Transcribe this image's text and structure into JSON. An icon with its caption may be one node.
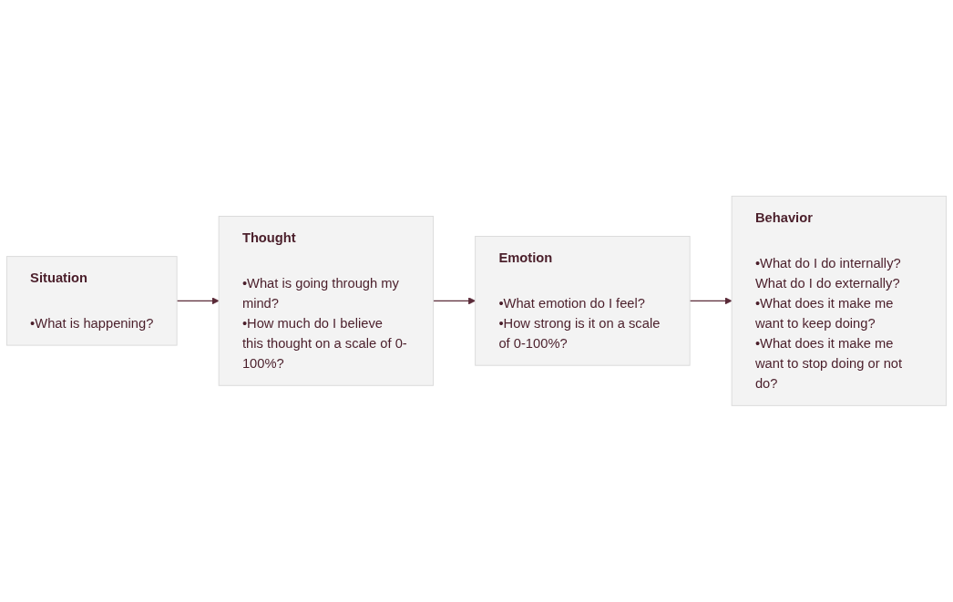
{
  "diagram": {
    "nodes": [
      {
        "text": [
          "Situation",
          "•What is happening?"
        ]
      },
      {
        "text": [
          "Thought",
          "•What is going through my mind?",
          "•How much do I believe this thought on a scale of 0-100%?"
        ]
      },
      {
        "text": [
          "Emotion",
          "•What emotion do I feel?",
          "•How strong is it on a scale of 0-100%?"
        ]
      },
      {
        "text": [
          "Behavior",
          "•What do I do internally? What do I do externally?",
          "•What does it make me want to keep doing?",
          "•What does it make me want to stop doing or not do?"
        ]
      }
    ],
    "edges": [
      {
        "from": 0,
        "to": 1,
        "arrow": "to"
      },
      {
        "from": 1,
        "to": 2,
        "arrow": "to"
      },
      {
        "from": 2,
        "to": 3,
        "arrow": "to"
      }
    ]
  }
}
